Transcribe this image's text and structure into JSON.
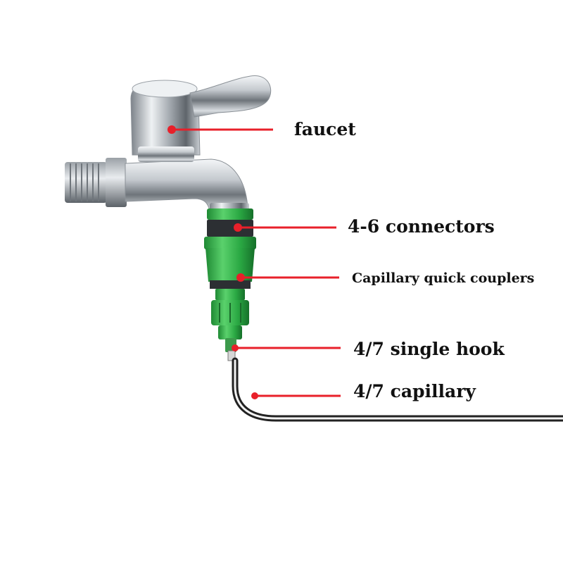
{
  "colors": {
    "leader_line": "#e8202a",
    "connector_green": "#2fb84a",
    "chrome": "#b9bec4",
    "tube": "#222222",
    "label_text": "#111111"
  },
  "icons": {
    "faucet": "faucet-icon",
    "connector": "connector-icon",
    "coupler": "quick-coupler-icon",
    "hook": "single-hook-icon",
    "tube": "capillary-tube-icon"
  },
  "labels": {
    "faucet": "faucet",
    "connectors": "4-6 connectors",
    "couplers": "Capillary quick couplers",
    "hook": "4/7 single hook",
    "capillary": "4/7 capillary"
  }
}
